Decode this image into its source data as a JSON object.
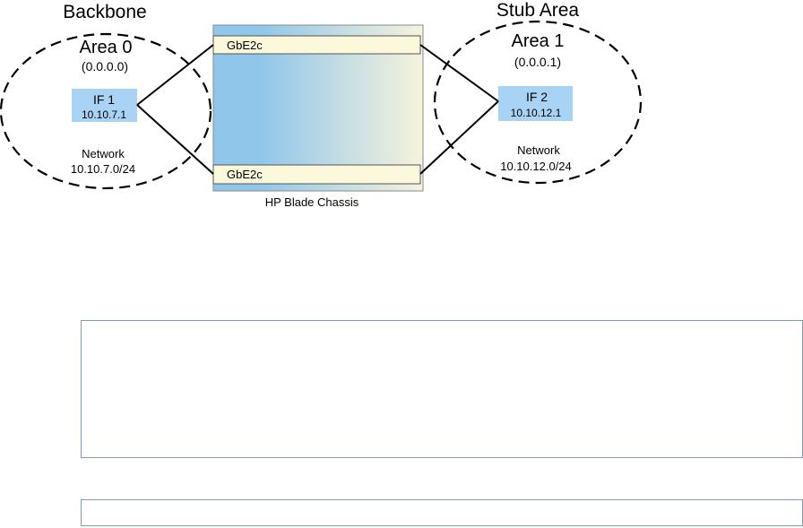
{
  "diagram": {
    "left_area": {
      "heading": "Backbone",
      "name": "Area 0",
      "id": "(0.0.0.0)",
      "interface": {
        "name": "IF 1",
        "ip": "10.10.7.1"
      },
      "network_label": "Network",
      "network_addr": "10.10.7.0/24"
    },
    "right_area": {
      "heading": "Stub Area",
      "name": "Area 1",
      "id": "(0.0.0.1)",
      "interface": {
        "name": "IF 2",
        "ip": "10.10.12.1"
      },
      "network_label": "Network",
      "network_addr": "10.10.12.0/24"
    },
    "chassis": {
      "label": "HP Blade Chassis",
      "switch_top": "GbE2c",
      "switch_bottom": "GbE2c"
    },
    "colors": {
      "interface_fill": "#a9d3f5",
      "chassis_left": "#90c6ea",
      "chassis_right": "#f6f3dc",
      "switch_fill": "#fbf8dc"
    }
  },
  "code_boxes": [
    {
      "text": ""
    },
    {
      "text": ""
    }
  ]
}
